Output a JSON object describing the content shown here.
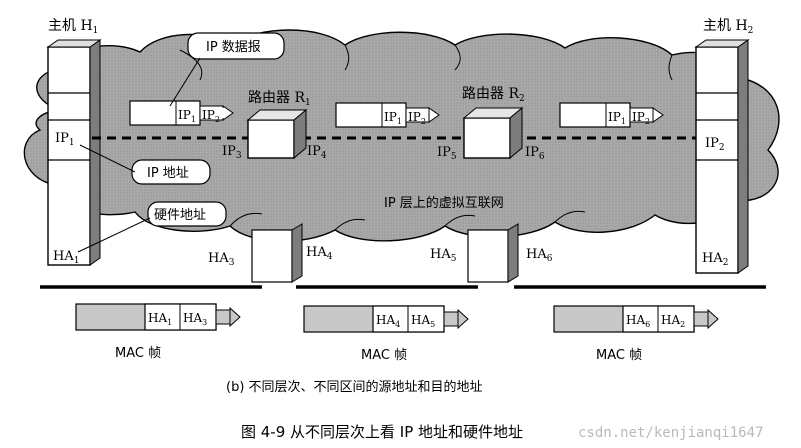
{
  "hosts": {
    "h1": {
      "title_main": "主机 H",
      "title_sub": "1",
      "ip_main": "IP",
      "ip_sub": "1",
      "ha_main": "HA",
      "ha_sub": "1"
    },
    "h2": {
      "title_main": "主机 H",
      "title_sub": "2",
      "ip_main": "IP",
      "ip_sub": "2",
      "ha_main": "HA",
      "ha_sub": "2"
    }
  },
  "routers": {
    "r1": {
      "title_main": "路由器 R",
      "title_sub": "1",
      "ip_left_main": "IP",
      "ip_left_sub": "3",
      "ip_right_main": "IP",
      "ip_right_sub": "4",
      "ha_left_main": "HA",
      "ha_left_sub": "3",
      "ha_right_main": "HA",
      "ha_right_sub": "4"
    },
    "r2": {
      "title_main": "路由器 R",
      "title_sub": "2",
      "ip_left_main": "IP",
      "ip_left_sub": "5",
      "ip_right_main": "IP",
      "ip_right_sub": "6",
      "ha_left_main": "HA",
      "ha_left_sub": "5",
      "ha_right_main": "HA",
      "ha_right_sub": "6"
    }
  },
  "callouts": {
    "datagram": "IP 数据报",
    "ip_address": "IP 地址",
    "hardware_address": "硬件地址"
  },
  "cloud_label": "IP 层上的虚拟互联网",
  "ip_datagrams": [
    {
      "a_main": "IP",
      "a_sub": "1",
      "b_main": "IP",
      "b_sub": "2"
    },
    {
      "a_main": "IP",
      "a_sub": "1",
      "b_main": "IP",
      "b_sub": "2"
    },
    {
      "a_main": "IP",
      "a_sub": "1",
      "b_main": "IP",
      "b_sub": "2"
    }
  ],
  "mac_frames": [
    {
      "a_main": "HA",
      "a_sub": "1",
      "b_main": "HA",
      "b_sub": "3",
      "label": "MAC 帧"
    },
    {
      "a_main": "HA",
      "a_sub": "4",
      "b_main": "HA",
      "b_sub": "5",
      "label": "MAC 帧"
    },
    {
      "a_main": "HA",
      "a_sub": "6",
      "b_main": "HA",
      "b_sub": "2",
      "label": "MAC 帧"
    }
  ],
  "subcaption": "(b) 不同层次、不同区间的源地址和目的地址",
  "caption": "图 4-9    从不同层次上看 IP 地址和硬件地址",
  "watermark": "csdn.net/kenjianqi1647",
  "colors": {
    "cloud": "#a4a4a4",
    "box": "#ffffff",
    "box_shade": "#7d7d7d",
    "frame": "#c8c8c8",
    "ink": "#000000"
  }
}
